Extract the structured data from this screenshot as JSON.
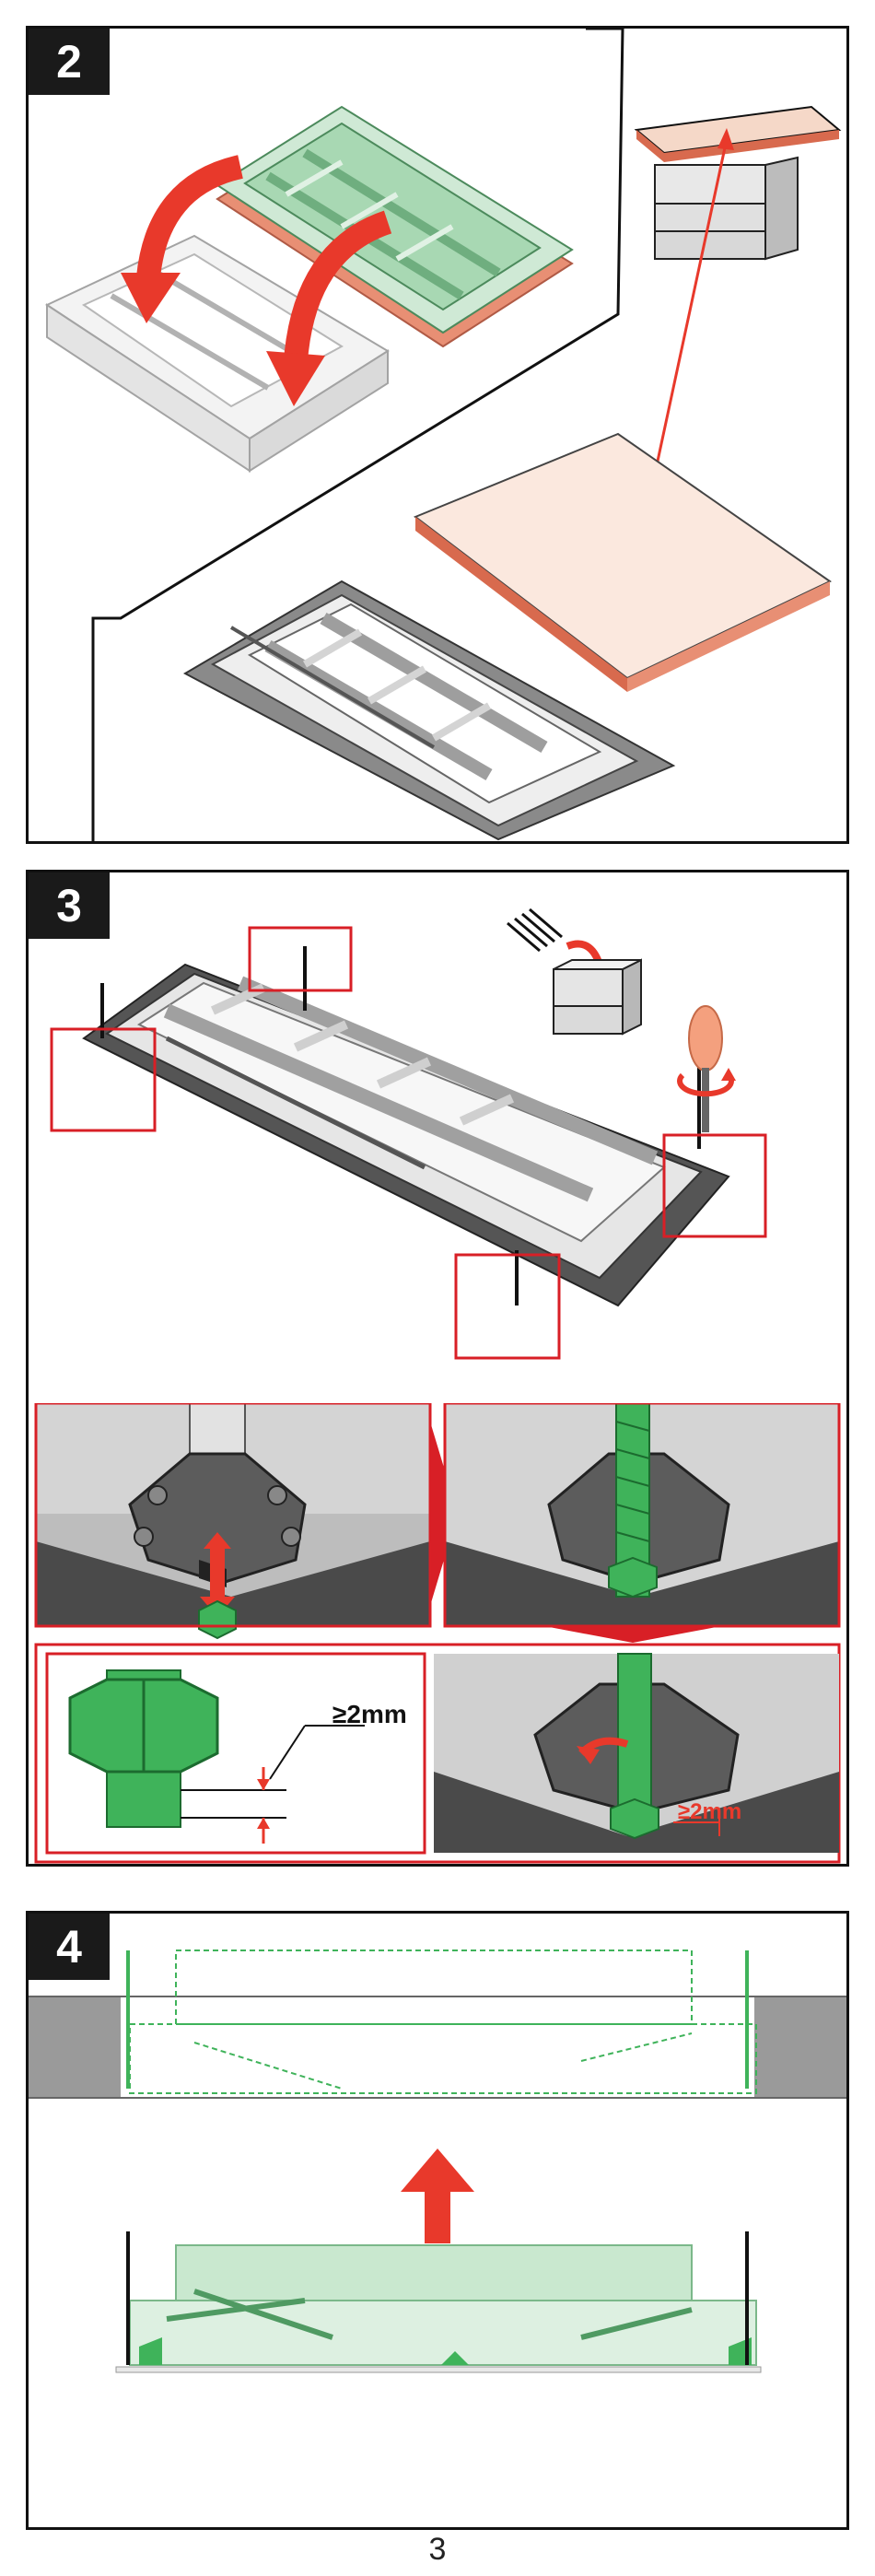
{
  "steps": [
    {
      "number": "2"
    },
    {
      "number": "3"
    },
    {
      "number": "4"
    }
  ],
  "step3": {
    "measurement_detail": "≥2mm",
    "measurement_photo": "≥2mm"
  },
  "page_number": "3",
  "colors": {
    "arrow_red": "#e8392b",
    "frame_red": "#d81f26",
    "green_part": "#3fb35a",
    "green_tint": "#c9e8cf",
    "board_pink": "#f5d8c8",
    "board_edge": "#d86a4e"
  }
}
